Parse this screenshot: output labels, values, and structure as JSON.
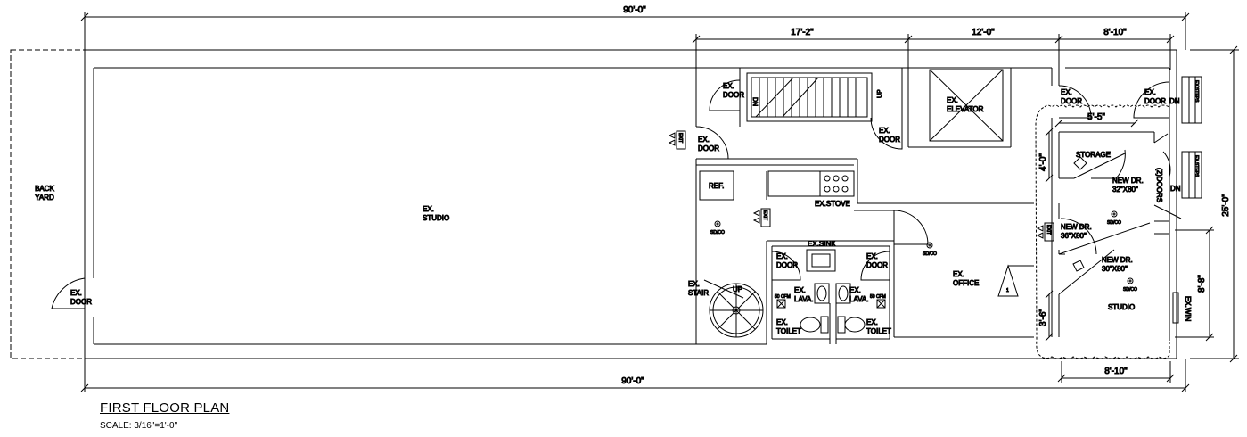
{
  "title": "FIRST FLOOR PLAN",
  "scale": "SCALE: 3/16\"=1'-0\"",
  "dimensions": {
    "overall_top": "90'-0\"",
    "overall_bottom": "90'-0\"",
    "seg_1": "17'-2\"",
    "seg_2": "12'-0\"",
    "seg_3": "8'-10\"",
    "width_right": "25'-0\"",
    "bottom_right": "8'-10\"",
    "storage_width": "5'-5\"",
    "storage_depth": "4'-0\"",
    "studio_depth": "8'-8\"",
    "small_depth": "3'-6\""
  },
  "labels": {
    "back": "BACK",
    "yard": "YARD",
    "ex": "EX.",
    "studio": "STUDIO",
    "door": "DOOR",
    "elevator": "ELEVATOR",
    "ref": "REF.",
    "ex_stove": "EX.STOVE",
    "ex_sink": "EX.SINK",
    "stair": "STAIR",
    "up": "UP",
    "dn": "DN",
    "lava": "LAVA.",
    "toilet": "TOILET",
    "office": "OFFICE",
    "storage": "STORAGE",
    "new_dr": "NEW DR.",
    "size_32": "32\"X80\"",
    "size_36": "36\"X80\"",
    "size_30": "30\"X80\"",
    "two_doors": "(2)DOORS",
    "ex_steps": "EX.STEPS",
    "ex_win": "EX.WIN",
    "exit": "EXIT",
    "sd_co": "SD/CO",
    "cfm": "50 CFM",
    "tag_1": "1"
  }
}
